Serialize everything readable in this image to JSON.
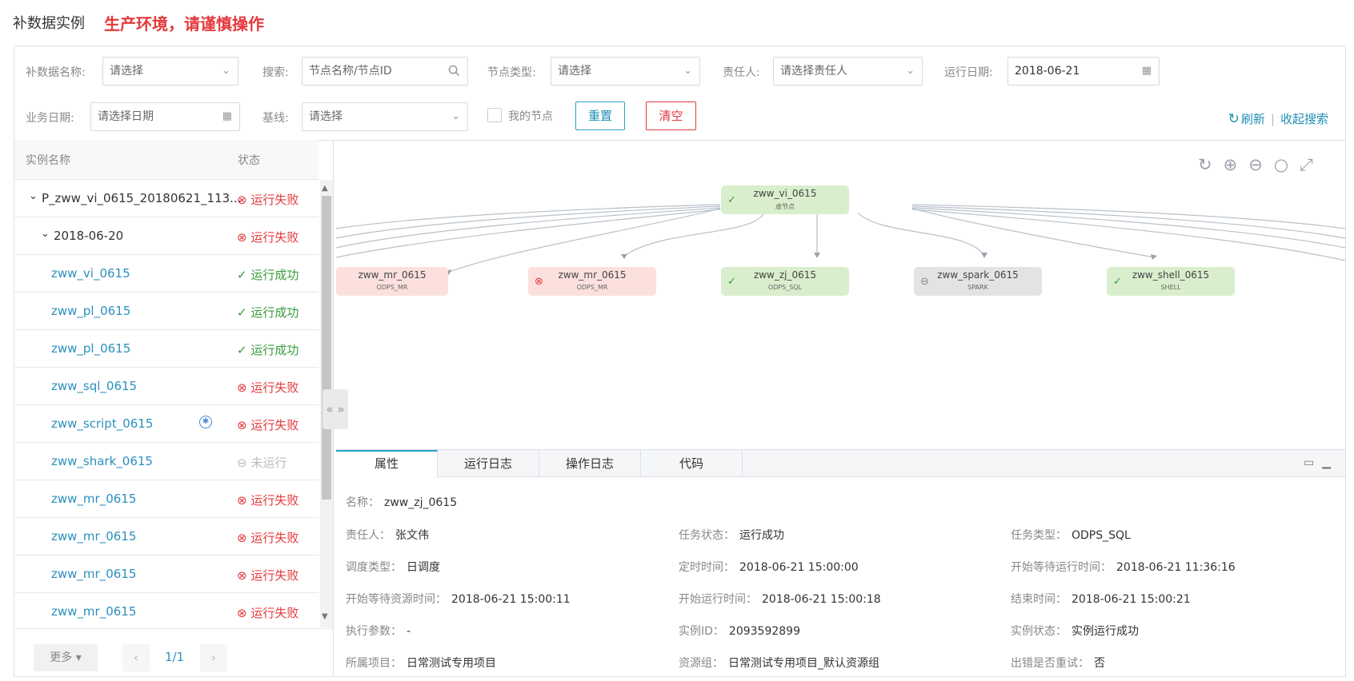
{
  "page": {
    "title": "补数据实例",
    "warning": "生产环境，请谨慎操作"
  },
  "filters": {
    "name_label": "补数据名称:",
    "name_placeholder": "请选择",
    "search_label": "搜索:",
    "search_placeholder": "节点名称/节点ID",
    "node_type_label": "节点类型:",
    "node_type_placeholder": "请选择",
    "owner_label": "责任人:",
    "owner_placeholder": "请选择责任人",
    "run_date_label": "运行日期:",
    "run_date_value": "2018-06-21",
    "biz_date_label": "业务日期:",
    "biz_date_placeholder": "请选择日期",
    "baseline_label": "基线:",
    "baseline_placeholder": "请选择",
    "my_nodes_label": "我的节点",
    "reset_label": "重置",
    "clear_label": "清空",
    "refresh_label": "刷新",
    "collapse_label": "收起搜索"
  },
  "instances": {
    "col_name": "实例名称",
    "col_status": "状态",
    "rows": [
      {
        "name": "P_zww_vi_0615_20180621_113...",
        "status": "运行失败"
      },
      {
        "name": "2018-06-20",
        "status": "运行失败"
      },
      {
        "name": "zww_vi_0615",
        "status": "运行成功"
      },
      {
        "name": "zww_pl_0615",
        "status": "运行成功"
      },
      {
        "name": "zww_pl_0615",
        "status": "运行成功"
      },
      {
        "name": "zww_sql_0615",
        "status": "运行失败"
      },
      {
        "name": "zww_script_0615",
        "status": "运行失败"
      },
      {
        "name": "zww_shark_0615",
        "status": "未运行"
      },
      {
        "name": "zww_mr_0615",
        "status": "运行失败"
      },
      {
        "name": "zww_mr_0615",
        "status": "运行失败"
      },
      {
        "name": "zww_mr_0615",
        "status": "运行失败"
      },
      {
        "name": "zww_mr_0615",
        "status": "运行失败"
      }
    ],
    "more_label": "更多",
    "page_text": "1/1"
  },
  "graph": {
    "root": {
      "name": "zww_vi_0615",
      "type": "虚节点"
    },
    "children": [
      {
        "name": "zww_mr_0615",
        "type": "ODPS_MR"
      },
      {
        "name": "zww_mr_0615",
        "type": "ODPS_MR"
      },
      {
        "name": "zww_zj_0615",
        "type": "ODPS_SQL"
      },
      {
        "name": "zww_spark_0615",
        "type": "SPARK"
      },
      {
        "name": "zww_shell_0615",
        "type": "SHELL"
      }
    ]
  },
  "detail": {
    "tabs": [
      "属性",
      "运行日志",
      "操作日志",
      "代码"
    ],
    "name_label": "名称：",
    "name_value": "zww_zj_0615",
    "fields": [
      {
        "k": "责任人：",
        "v": "张文伟"
      },
      {
        "k": "任务状态：",
        "v": "运行成功"
      },
      {
        "k": "任务类型：",
        "v": "ODPS_SQL"
      },
      {
        "k": "调度类型：",
        "v": "日调度"
      },
      {
        "k": "定时时间：",
        "v": "2018-06-21 15:00:00"
      },
      {
        "k": "开始等待运行时间：",
        "v": "2018-06-21 11:36:16"
      },
      {
        "k": "开始等待资源时间：",
        "v": "2018-06-21 15:00:11"
      },
      {
        "k": "开始运行时间：",
        "v": "2018-06-21 15:00:18"
      },
      {
        "k": "结束时间：",
        "v": "2018-06-21 15:00:21"
      },
      {
        "k": "执行参数：",
        "v": "-"
      },
      {
        "k": "实例ID：",
        "v": "2093592899"
      },
      {
        "k": "实例状态：",
        "v": "实例运行成功"
      },
      {
        "k": "所属项目：",
        "v": "日常测试专用项目"
      },
      {
        "k": "资源组：",
        "v": "日常测试专用项目_默认资源组"
      },
      {
        "k": "出错是否重试：",
        "v": "否"
      }
    ]
  },
  "colors": {
    "accent": "#29a3c8",
    "danger": "#e4393c",
    "success": "#3a9a3a"
  }
}
